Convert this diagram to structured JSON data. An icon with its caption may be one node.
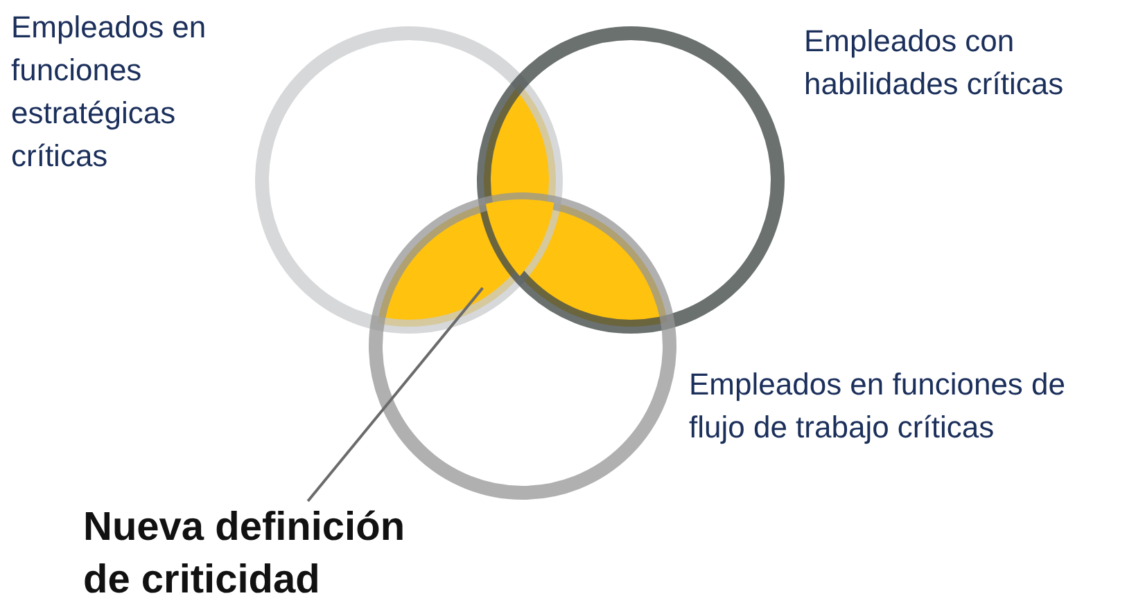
{
  "diagram": {
    "nodes": [
      {
        "text": [
          "Empleados en funciones estratégicas críticas"
        ]
      },
      {
        "text": [
          "Empleados con habilidades críticas"
        ]
      },
      {
        "text": [
          "Empleados en funciones de flujo de trabajo críticas"
        ]
      },
      {
        "text": [
          "Nueva definición de criticidad"
        ]
      },
      {
        "text": [],
        "shape": "triangle"
      }
    ],
    "edges": [
      {
        "from": 3,
        "to": 4,
        "arrow": "none"
      }
    ]
  }
}
